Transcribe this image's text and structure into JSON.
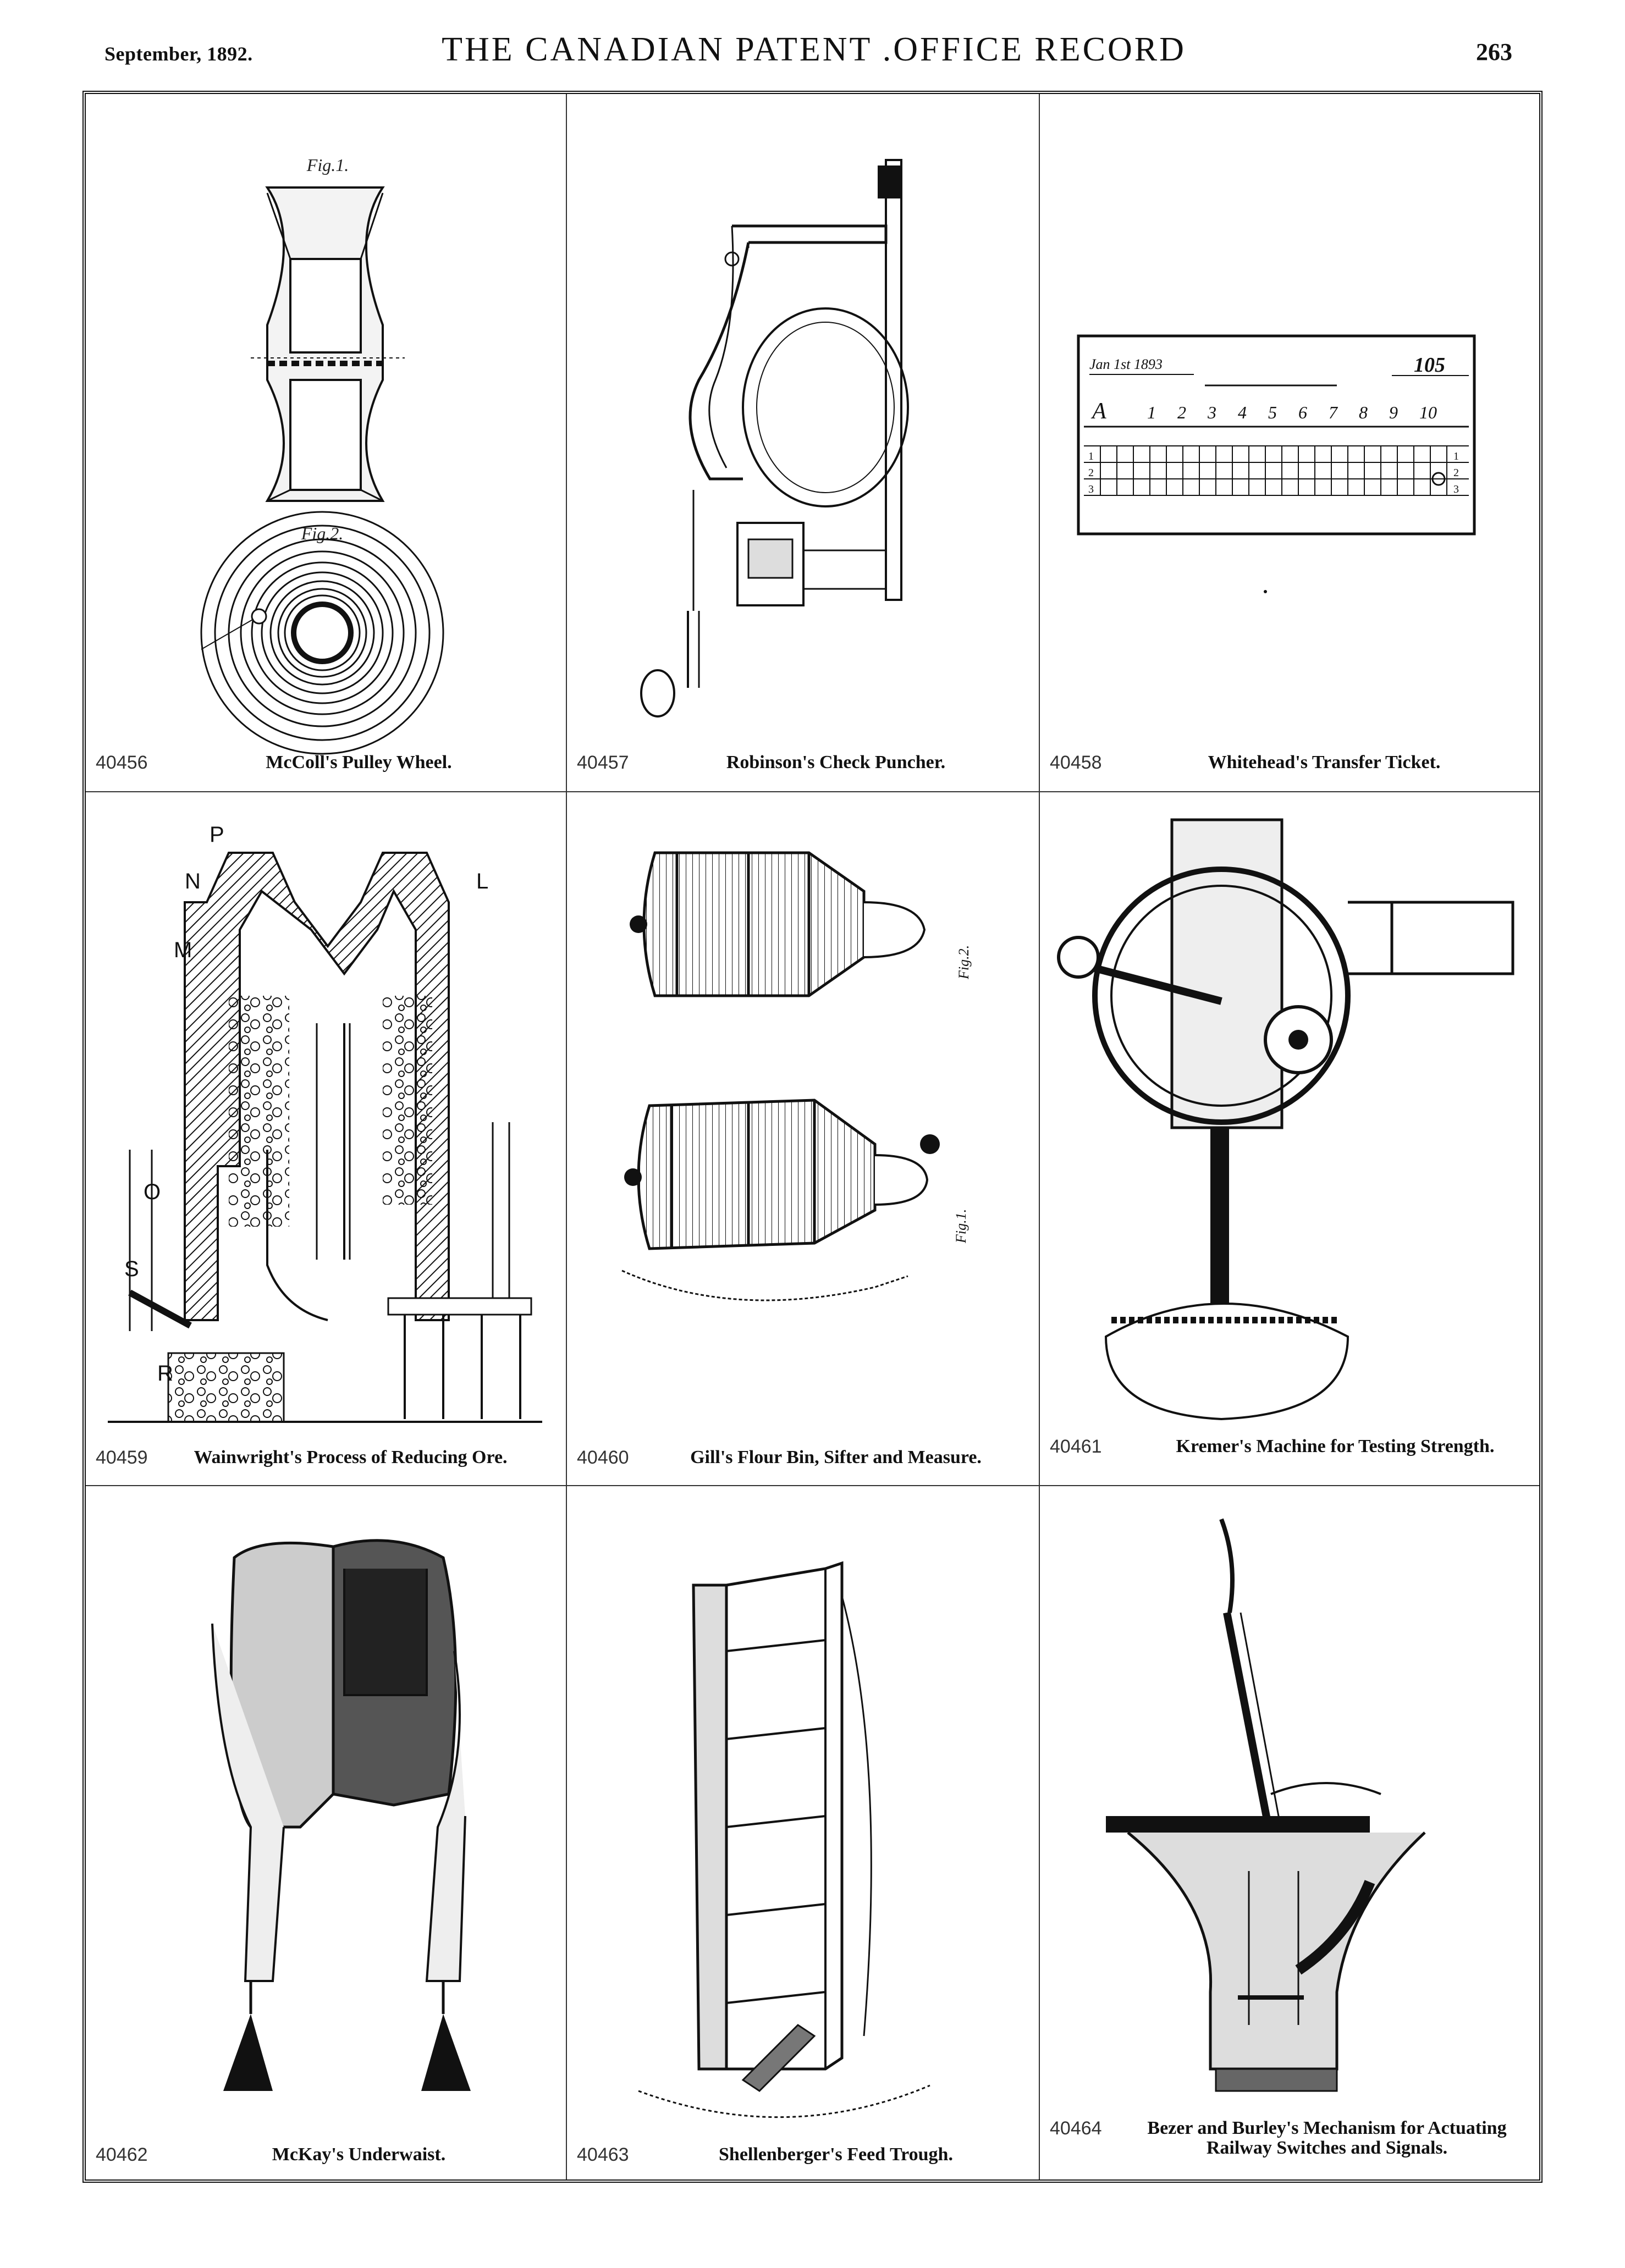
{
  "header": {
    "date": "September, 1892.",
    "title": "THE CANADIAN PATENT .OFFICE RECORD",
    "page_number": "263"
  },
  "figures": [
    {
      "number": "40456",
      "title": "McColl's Pulley Wheel.",
      "labels": {
        "fig1": "Fig.1.",
        "fig2": "Fig.2."
      }
    },
    {
      "number": "40457",
      "title": "Robinson's Check Puncher."
    },
    {
      "number": "40458",
      "title": "Whitehead's Transfer Ticket.",
      "ticket": {
        "date": "Jan 1st 1893",
        "code": "105",
        "letter": "A",
        "digits": [
          "1",
          "2",
          "3",
          "4",
          "5",
          "6",
          "7",
          "8",
          "9",
          "10"
        ],
        "row_numbers": [
          "1",
          "2",
          "3"
        ]
      }
    },
    {
      "number": "40459",
      "title": "Wainwright's Process of Reducing Ore.",
      "labels": {
        "p": "P",
        "n": "N",
        "l": "L",
        "m": "M",
        "o": "O",
        "s": "S",
        "r": "R"
      }
    },
    {
      "number": "40460",
      "title": "Gill's Flour Bin, Sifter and Measure.",
      "labels": {
        "fig2": "Fig.2.",
        "fig1": "Fig.1."
      }
    },
    {
      "number": "40461",
      "title": "Kremer's Machine for Testing Strength."
    },
    {
      "number": "40462",
      "title": "McKay's Underwaist."
    },
    {
      "number": "40463",
      "title": "Shellenberger's Feed Trough."
    },
    {
      "number": "40464",
      "title": "Bezer and Burley's Mechanism for Actuating Railway Switches and Signals."
    }
  ],
  "colors": {
    "ink": "#111111",
    "paper": "#ffffff"
  }
}
